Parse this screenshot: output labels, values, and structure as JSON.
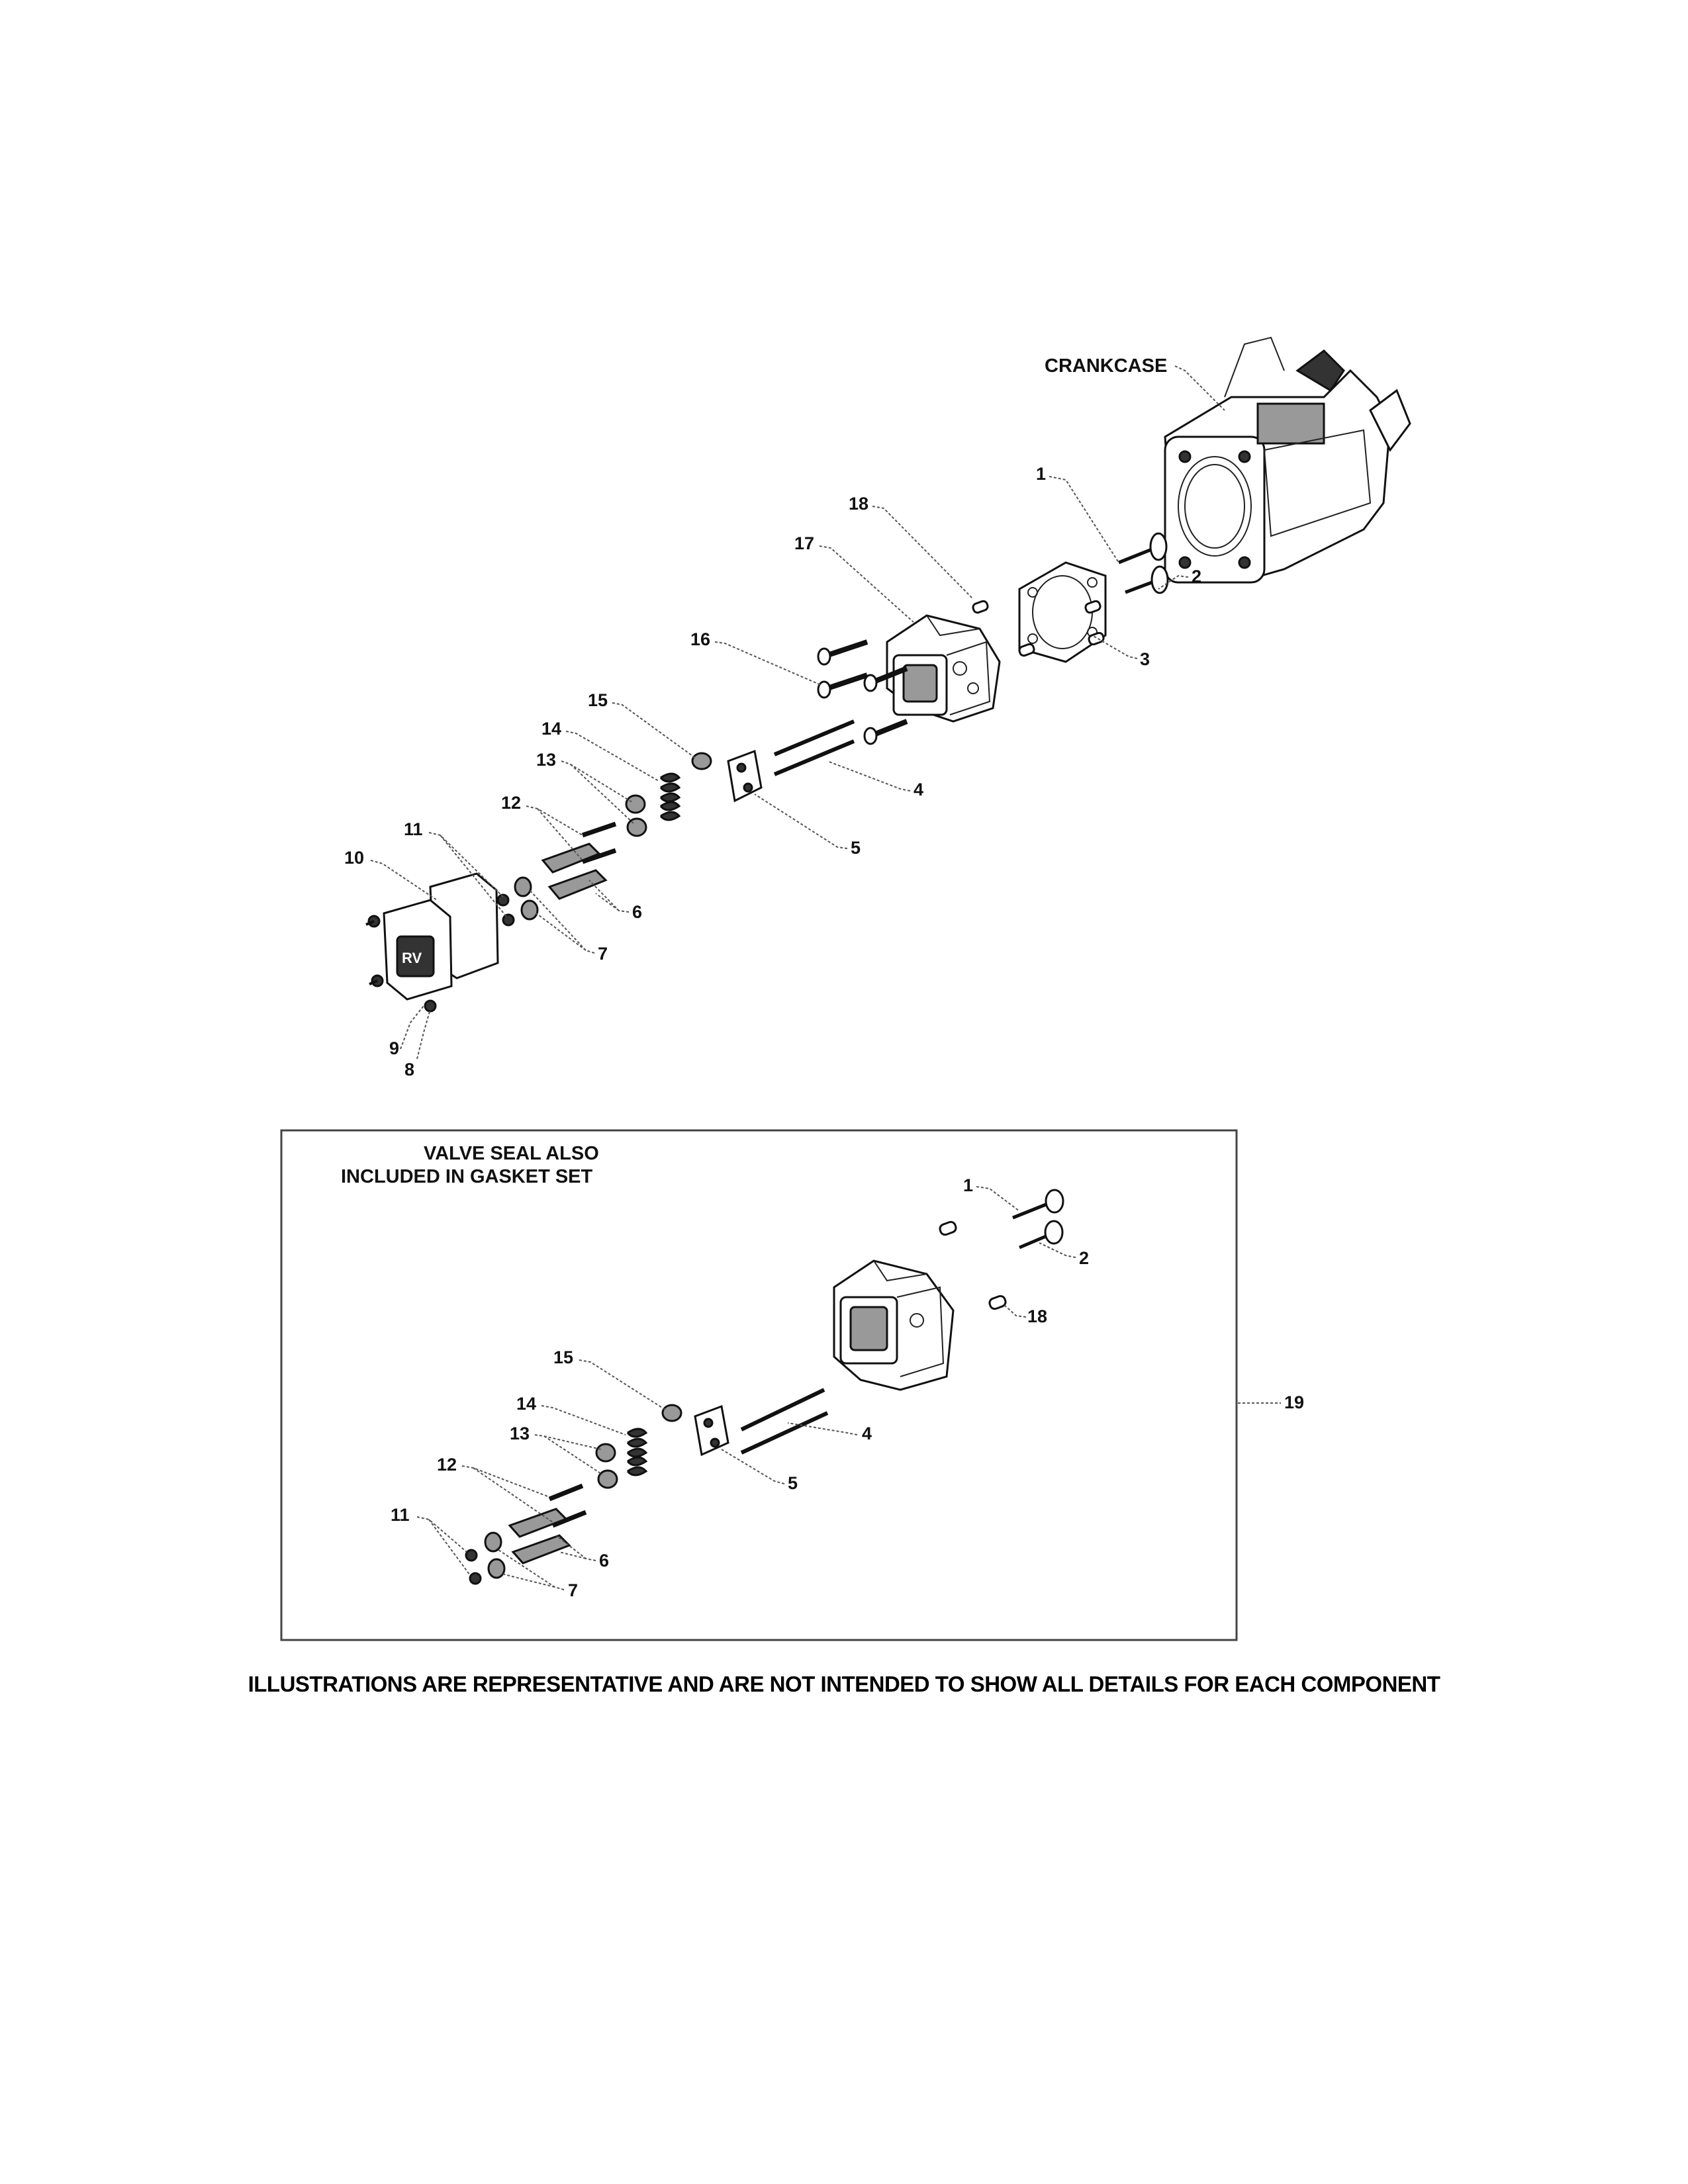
{
  "labels": {
    "crankcase": "CRANKCASE",
    "kit_note_line1": "VALVE SEAL ALSO",
    "kit_note_line2": "INCLUDED IN GASKET SET",
    "disclaimer": "ILLUSTRATIONS ARE REPRESENTATIVE AND ARE NOT INTENDED TO SHOW ALL DETAILS FOR EACH COMPONENT"
  },
  "callouts": {
    "main": [
      "1",
      "2",
      "3",
      "4",
      "5",
      "6",
      "7",
      "8",
      "9",
      "10",
      "11",
      "12",
      "13",
      "14",
      "15",
      "16",
      "17",
      "18"
    ],
    "kit": [
      "1",
      "2",
      "4",
      "5",
      "6",
      "7",
      "11",
      "12",
      "13",
      "14",
      "15",
      "18",
      "19"
    ]
  }
}
